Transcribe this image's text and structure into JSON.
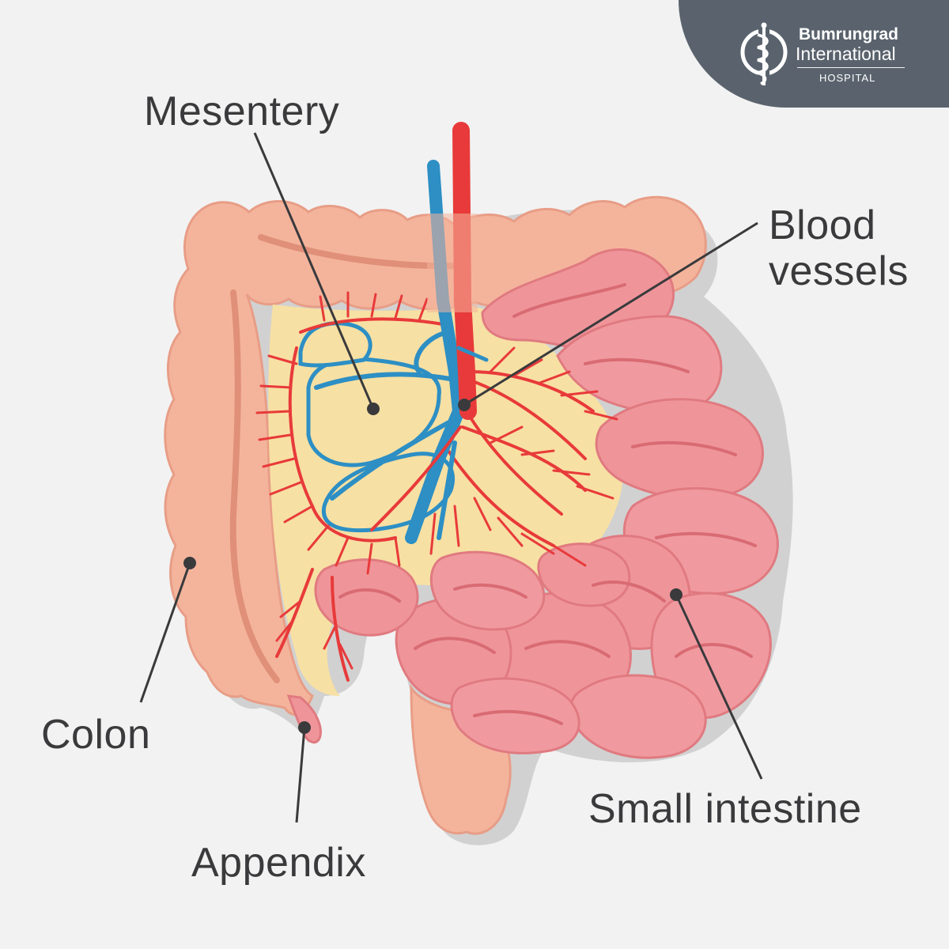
{
  "labels": {
    "mesentery": "Mesentery",
    "blood_line1": "Blood",
    "blood_line2": "vessels",
    "colon": "Colon",
    "appendix": "Appendix",
    "small_intestine": "Small intestine"
  },
  "logo": {
    "name": "Bumrungrad",
    "subname": "International",
    "tag": "HOSPITAL"
  },
  "colors": {
    "background": "#f2f2f2",
    "colon": "#f4b49c",
    "colon_shadow": "#e89d86",
    "small_intestine": "#ef959a",
    "small_intestine_dark": "#e07a80",
    "mesentery": "#f7e0a3",
    "artery": "#e83a3a",
    "vein": "#2d8fc4",
    "outline": "#3a3a3c",
    "logo_badge": "#5a636d"
  }
}
